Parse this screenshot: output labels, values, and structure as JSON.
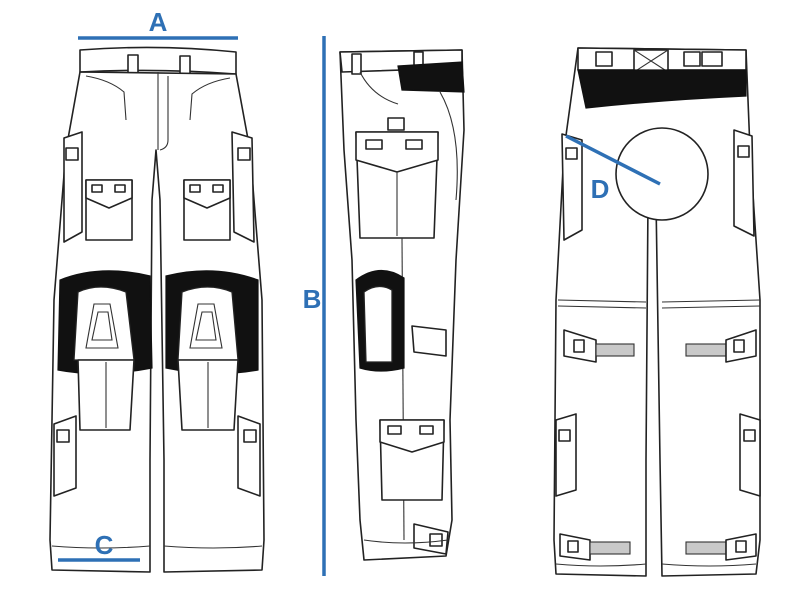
{
  "labels": {
    "a": "A",
    "b": "B",
    "c": "C",
    "d": "D"
  },
  "colors": {
    "measure": "#2e70b5",
    "outline": "#222222",
    "panel": "#111111"
  }
}
